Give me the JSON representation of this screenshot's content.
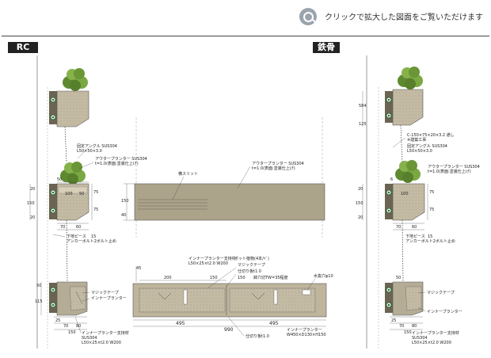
{
  "header": {
    "zoom_hint": "クリックで拡大した図面をご覧いただけます",
    "icon": "magnifier-plus-icon"
  },
  "sections": {
    "rc_tag": "RC",
    "steel_tag": "鉄骨"
  },
  "rc_labels": {
    "angle": "固定アングル SUS304",
    "angle_size": "L50×50×3.0",
    "outer_planter": "アウタープランター SUS304",
    "outer_planter_spec": "t=1.0(表面:塗装仕上げ)",
    "rest_piece": "下地ピース",
    "anchor": "アンカーボルト2ボルト止め",
    "magic_tape": "マジックテープ",
    "inner_planter": "インナープランター",
    "inner_support": "インナープランター支持材",
    "inner_support_mat": "SUS304",
    "inner_support_size": "L50×25×t2.0 W200"
  },
  "rc_dims": {
    "d50a": "50",
    "d100": "100",
    "d50b": "50",
    "d75a": "75",
    "d75b": "75",
    "d70": "70",
    "d60": "60",
    "d15": "15",
    "d20": "20",
    "d150": "150",
    "d20b": "20",
    "d25": "25",
    "d70b": "70",
    "d80": "80",
    "d150b": "150",
    "d50c": "50",
    "d115": "115"
  },
  "center_labels": {
    "slit": "横スリット",
    "outer_planter": "アウタープランター SUS304",
    "outer_planter_spec": "t=1.0(表面:塗装仕上げ)",
    "inner_support": "インナープランター支持材",
    "inner_support_size": "L50×25×t2.0 W200",
    "pot_note": "ポット植物(4本/ﾍﾞ)",
    "magic_tape": "マジックテープ",
    "partition": "仕切り板t1.0",
    "drain": "鉢穴切TW=35程度",
    "water": "水抜穴φ10",
    "inner_planter": "インナープランター",
    "inner_planter_size": "W450×D130×H150",
    "partition2": "仕切り板t1.0"
  },
  "center_dims": {
    "h150": "150",
    "h40": "40",
    "h45": "45",
    "w200": "200",
    "w150a": "150",
    "w150b": "150",
    "w495a": "495",
    "w495b": "495",
    "w990": "990"
  },
  "steel_labels": {
    "channel": "C-150×75×20×3.2 通し",
    "channel_note": "※建築工事",
    "angle": "固定アングル SUS304",
    "angle_size": "L50×50×3.0",
    "outer_planter": "アウタープランター SUS304",
    "outer_planter_spec": "t=1.0(表面:塗装仕上げ)",
    "rest_piece": "下地ピース",
    "anchor": "アンカーボルト2ボルト止め",
    "magic_tape": "マジックテープ",
    "inner_planter": "インナープランター",
    "inner_support": "インナープランター支持材",
    "inner_support_mat": "SUS304",
    "inner_support_size": "L50×25×t2.0 W200"
  },
  "steel_dims": {
    "d584": "584",
    "d125": "125",
    "d6": "6",
    "d100": "100",
    "d75a": "75",
    "d75b": "75",
    "d70": "70",
    "d60": "60",
    "d15": "15",
    "d20": "20",
    "d150": "150",
    "d20b": "20",
    "d25": "25",
    "d70b": "70",
    "d80": "80",
    "d150b": "150",
    "d50": "50"
  }
}
